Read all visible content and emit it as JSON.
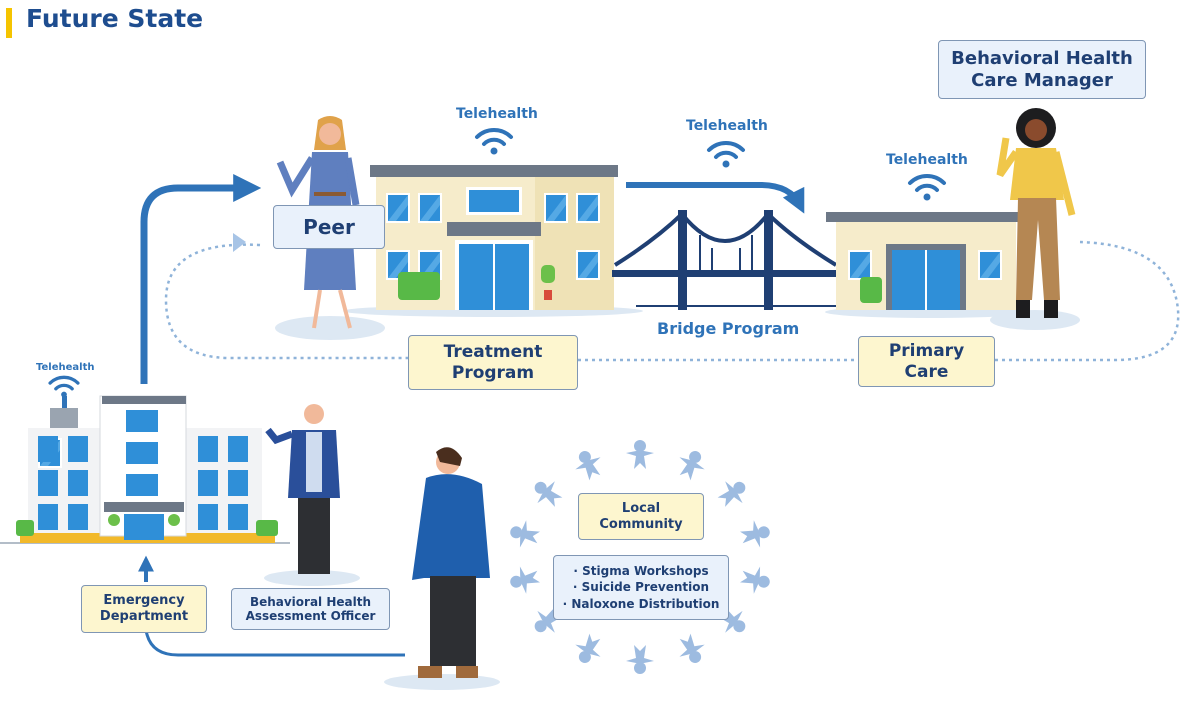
{
  "title": "Future State",
  "colors": {
    "accent_yellow": "#f5c400",
    "title_blue": "#1e4d8f",
    "arrow_blue": "#2f73b8",
    "box_cream": "#fdf6cf",
    "box_blue": "#e9f1fb"
  },
  "labels": {
    "bh_care_manager": "Behavioral Health\nCare Manager",
    "peer": "Peer",
    "treatment_program": "Treatment\nProgram",
    "primary_care": "Primary\nCare",
    "bridge_program": "Bridge Program",
    "emergency_department": "Emergency\nDepartment",
    "bh_assessment_officer": "Behavioral Health\nAssessment Officer",
    "local_community": "Local\nCommunity",
    "community_programs": "· Stigma Workshops\n· Suicide Prevention\n· Naloxone Distribution"
  },
  "telehealth": {
    "treatment": "Telehealth",
    "bridge": "Telehealth",
    "primary_care": "Telehealth",
    "hospital": "Telehealth"
  },
  "icons": [
    "wifi-icon",
    "arrow-icon",
    "bridge-icon",
    "building-icon",
    "hospital-icon",
    "person-icon",
    "community-ring-icon"
  ]
}
